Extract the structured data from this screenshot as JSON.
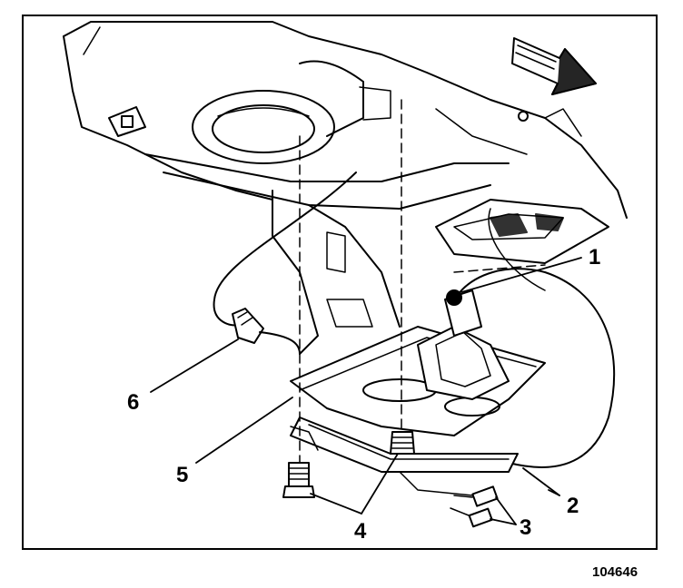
{
  "callouts": {
    "c1": "1",
    "c2": "2",
    "c3": "3",
    "c4": "4",
    "c5": "5",
    "c6": "6"
  },
  "figure_number": "104646",
  "colors": {
    "ink": "#000000",
    "paper": "#ffffff"
  },
  "icons": {
    "direction": "front-direction-arrow-icon"
  }
}
